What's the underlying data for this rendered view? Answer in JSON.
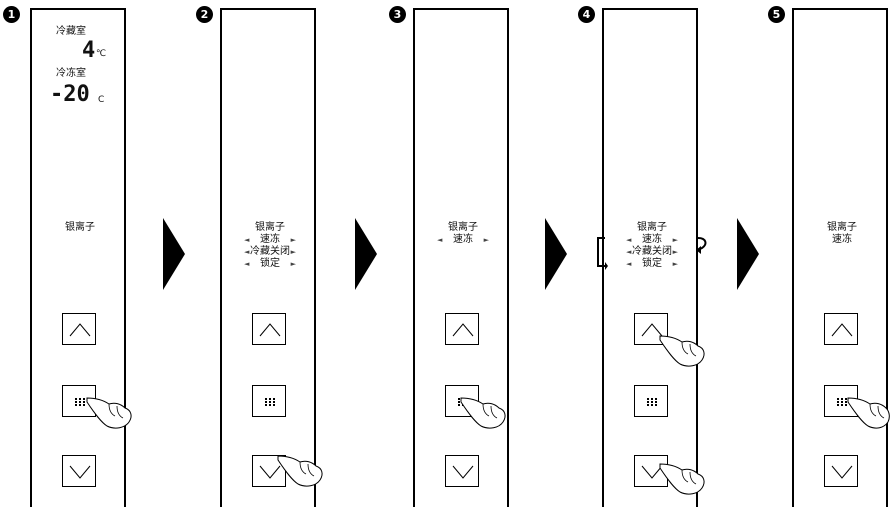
{
  "steps": [
    {
      "number": "1",
      "fridge_label": "冷藏室",
      "fridge_temp": "4",
      "fridge_unit": "℃",
      "freezer_label": "冷冻室",
      "freezer_temp": "-20",
      "freezer_unit": "C",
      "menu": [
        "银离子"
      ]
    },
    {
      "number": "2",
      "menu": [
        "银离子",
        "速冻",
        "冷藏关闭",
        "锁定"
      ]
    },
    {
      "number": "3",
      "menu": [
        "银离子",
        "速冻"
      ]
    },
    {
      "number": "4",
      "menu": [
        "银离子",
        "速冻",
        "冷藏关闭",
        "锁定"
      ]
    },
    {
      "number": "5",
      "menu": [
        "银离子",
        "速冻"
      ]
    }
  ],
  "arrow_glyphs": {
    "left": "◄",
    "right": "►"
  },
  "icons": {
    "up": "chevron-up-icon",
    "middle": "grid-dots-icon",
    "down": "chevron-down-icon",
    "hand": "pointing-hand-icon"
  }
}
